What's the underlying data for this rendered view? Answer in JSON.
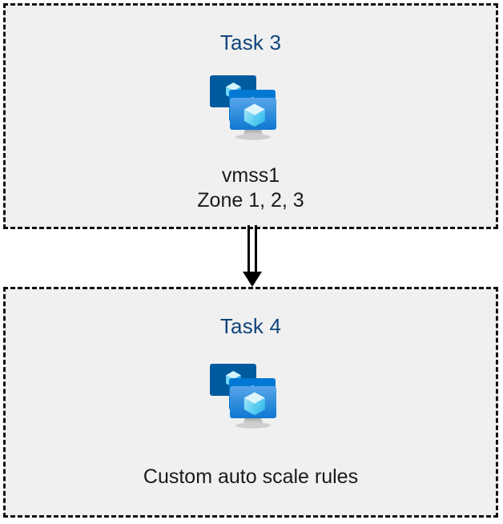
{
  "diagram": {
    "type": "flow",
    "background_color": "#ffffff",
    "box_fill_color": "#f0f0f0",
    "box_border_color": "#101010",
    "box_border_style": "dashed",
    "title_color": "#11457b",
    "caption_color": "#1a1a1a",
    "connector_color": "#000000",
    "nodes": [
      {
        "id": "task-3",
        "title": "Task 3",
        "icon": "virtual-machine-scale-set-icon",
        "caption_lines": [
          "vmss1",
          "Zone 1, 2, 3"
        ]
      },
      {
        "id": "task-4",
        "title": "Task 4",
        "icon": "virtual-machine-scale-set-icon",
        "caption_lines": [
          "Custom auto scale rules"
        ]
      }
    ],
    "connector": {
      "name": "arrow-task3-to-task4",
      "from": "task-3",
      "to": "task-4",
      "direction": "down",
      "style": "double-line-with-solid-arrowhead"
    },
    "icon_colors": {
      "back_monitor": "#005a9e",
      "mid_monitor": "#0078d4",
      "front_monitor_top": "#50a0e8",
      "front_monitor_bottom": "#0f7ad4",
      "cube_light": "#b8ecfb",
      "cube_mid": "#7fd9f5",
      "cube_dark": "#32c3ef",
      "stand": "#b3b3b3"
    }
  }
}
